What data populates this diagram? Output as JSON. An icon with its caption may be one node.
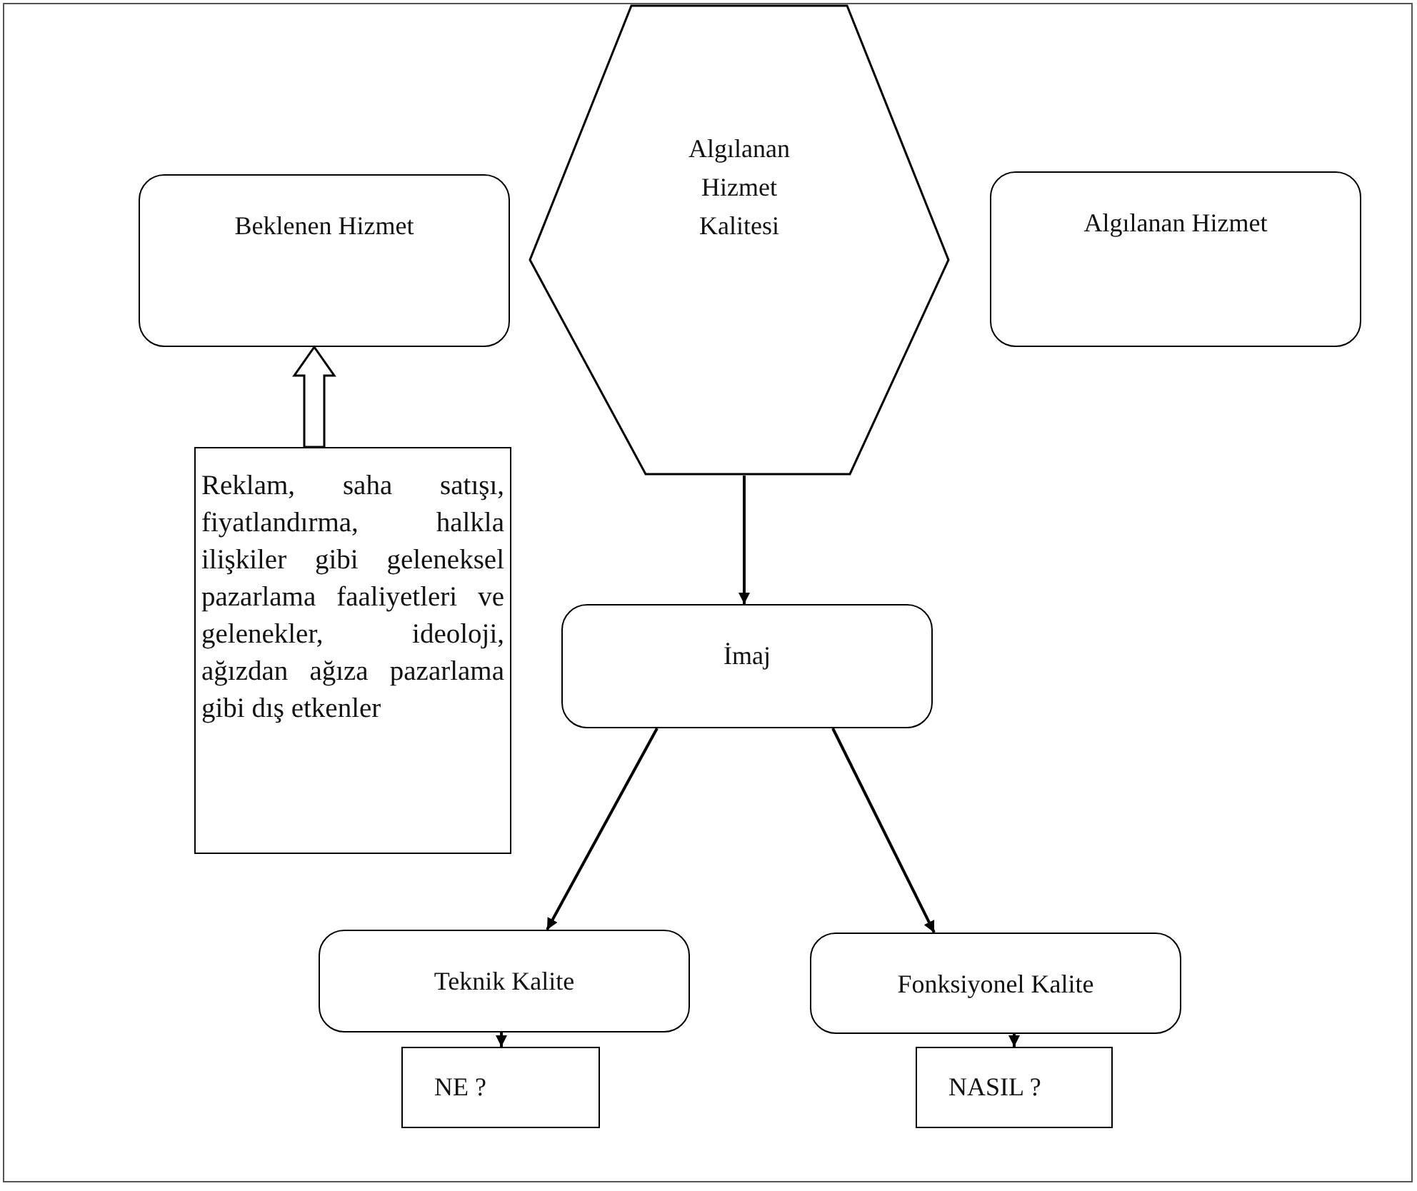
{
  "diagram": {
    "nodes": [
      {
        "text": [
          "Beklenen Hizmet"
        ]
      },
      {
        "text": [
          "Algılanan Hizmet Kalitesi"
        ]
      },
      {
        "text": [
          "Algılanan Hizmet"
        ]
      },
      {
        "text": [
          "Reklam, saha satışı, fiyatlandırma, halkla ilişkiler gibi geleneksel pazarlama faaliyetleri ve gelenekler, ideoloji, ağızdan ağıza pazarlama gibi dış etkenler"
        ]
      },
      {
        "text": [
          "İmaj"
        ]
      },
      {
        "text": [
          "Teknik Kalite"
        ]
      },
      {
        "text": [
          "Fonksiyonel Kalite"
        ]
      },
      {
        "text": [
          "NE ?"
        ]
      },
      {
        "text": [
          "NASIL ?"
        ]
      }
    ],
    "edges": [
      {
        "from": 3,
        "to": 0,
        "arrow": "to",
        "style": "thick"
      },
      {
        "from": 1,
        "to": 4,
        "arrow": "to"
      },
      {
        "from": 4,
        "to": 5,
        "arrow": "to"
      },
      {
        "from": 4,
        "to": 6,
        "arrow": "to"
      },
      {
        "from": 5,
        "to": 7,
        "arrow": "to"
      },
      {
        "from": 6,
        "to": 8,
        "arrow": "to"
      }
    ]
  }
}
